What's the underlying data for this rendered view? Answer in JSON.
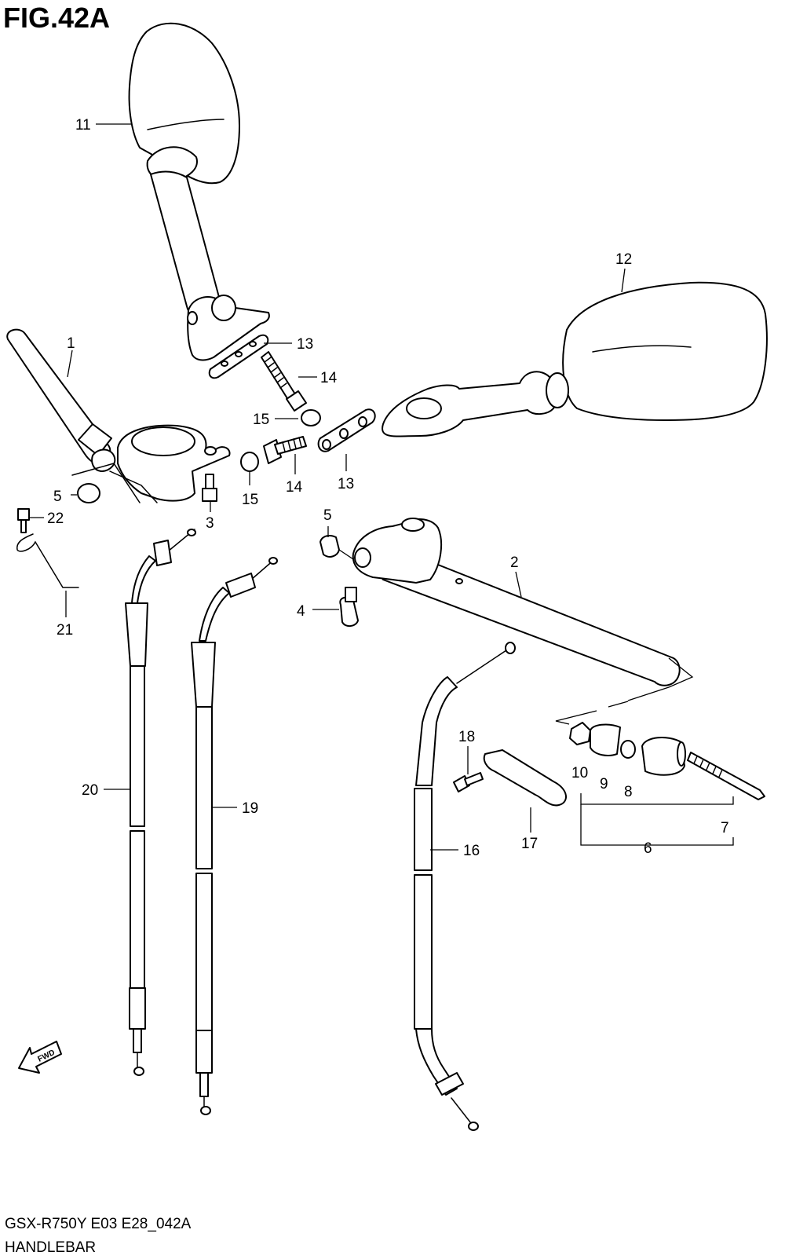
{
  "figure": {
    "title": "FIG.42A",
    "model_code": "GSX-R750Y E03 E28_042A",
    "section_name": "HANDLEBAR",
    "fwd_label": "FWD"
  },
  "callouts": [
    {
      "id": "c1",
      "label": "1"
    },
    {
      "id": "c2",
      "label": "2"
    },
    {
      "id": "c3",
      "label": "3"
    },
    {
      "id": "c4",
      "label": "4"
    },
    {
      "id": "c5a",
      "label": "5"
    },
    {
      "id": "c5b",
      "label": "5"
    },
    {
      "id": "c6",
      "label": "6"
    },
    {
      "id": "c7",
      "label": "7"
    },
    {
      "id": "c8",
      "label": "8"
    },
    {
      "id": "c9",
      "label": "9"
    },
    {
      "id": "c10",
      "label": "10"
    },
    {
      "id": "c11",
      "label": "11"
    },
    {
      "id": "c12",
      "label": "12"
    },
    {
      "id": "c13a",
      "label": "13"
    },
    {
      "id": "c13b",
      "label": "13"
    },
    {
      "id": "c14a",
      "label": "14"
    },
    {
      "id": "c14b",
      "label": "14"
    },
    {
      "id": "c15a",
      "label": "15"
    },
    {
      "id": "c15b",
      "label": "15"
    },
    {
      "id": "c16",
      "label": "16"
    },
    {
      "id": "c17",
      "label": "17"
    },
    {
      "id": "c18",
      "label": "18"
    },
    {
      "id": "c19",
      "label": "19"
    },
    {
      "id": "c20",
      "label": "20"
    },
    {
      "id": "c21",
      "label": "21"
    },
    {
      "id": "c22",
      "label": "22"
    }
  ]
}
